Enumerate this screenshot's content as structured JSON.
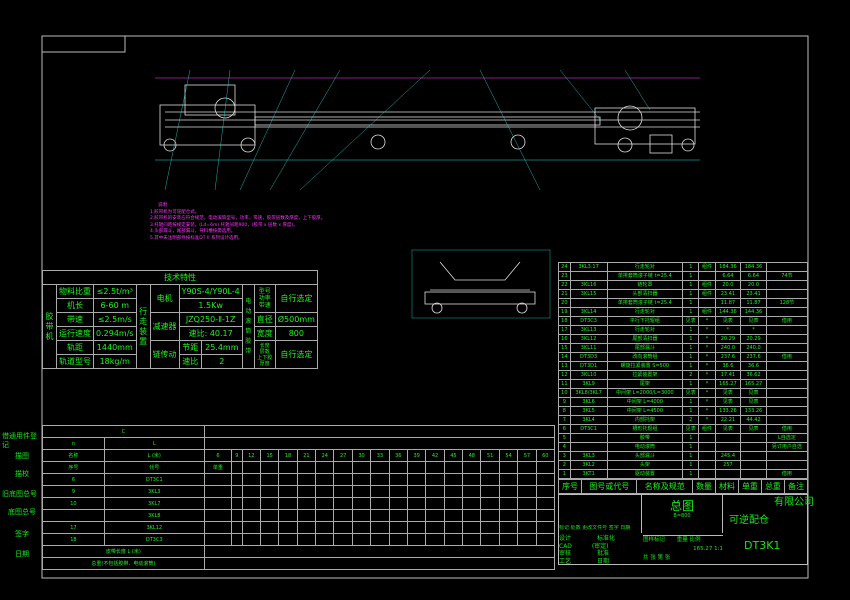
{
  "tech": {
    "title": "技术特性",
    "group1": "胶带机",
    "rows1": [
      [
        "物料比重",
        "≤2.5t/m³"
      ],
      [
        "机长",
        "6-60 m"
      ],
      [
        "带速",
        "≤2.5m/s"
      ],
      [
        "运行速度",
        "0.294m/s"
      ],
      [
        "轨距",
        "1440mm"
      ],
      [
        "轨道型号",
        "18kg/m"
      ]
    ],
    "group2": "行走装置",
    "motor_label": "电机",
    "motor_model": "Y90S-4/Y90L-4",
    "motor_power": "1.5Kw",
    "reducer_label": "减速器",
    "reducer_model": "JZQ250-Ⅱ-1Z",
    "reducer_ratio": "速比: 40.17",
    "chain_label": "链传动",
    "pitch_label": "节距",
    "pitch": "25.4mm",
    "ratio_label": "速比",
    "ratio": "2",
    "group3": "电动滚筒胶带",
    "drum_labels": "型号 功率 带速",
    "drum_value": "自行选定",
    "dia_label": "直径",
    "dia": "Ø500mm",
    "width_label": "宽度",
    "width": "800",
    "belt_labels": "长度 层数 上下胶厚度",
    "belt_value": "自行选定"
  },
  "notes": {
    "title": "说明",
    "lines": [
      "1.胶带机为可逆配仓式。",
      "2.胶带机的安装应符合规范，电动滚筒型号，功率，带速，胶带层数及厚度，上下胶厚。",
      "3.托辊间距按规定安装，(Ld=6m) 托辊间距900，(胶带 x 层数 x 厚度)。",
      "4.头部漏斗，尾部漏斗，导料槽按需选用。",
      "5.其中未注明部件按标准DT II 系列设计选用。"
    ]
  },
  "lengths": {
    "header_c": "C",
    "row_n": "n",
    "row_L": "L",
    "row_L_unit": "L (米)",
    "name_label": "名称",
    "values": [
      "6",
      "9",
      "12",
      "15",
      "18",
      "21",
      "24",
      "27",
      "30",
      "33",
      "36",
      "39",
      "42",
      "45",
      "48",
      "51",
      "54",
      "57",
      "60"
    ],
    "col_headers": [
      "序号",
      "代号",
      "单重"
    ],
    "part_codes": [
      "DT3C1",
      "3KL3",
      "3KL7",
      "3KL8",
      "3KL12",
      "DT3C3"
    ],
    "part_nums": [
      "6",
      "9",
      "10",
      "",
      "17",
      "18"
    ],
    "footer1": "皮带长度 L (米)",
    "footer2": "总重(不包括胶带、电动滚筒)"
  },
  "side_labels": [
    "借通用件登记",
    "描图",
    "描校",
    "旧底图总号",
    "底图总号",
    "签字",
    "日期"
  ],
  "parts": {
    "rows": [
      [
        "24",
        "3KL3.17",
        "行走轮对",
        "1",
        "组件",
        "184.36",
        "184.36",
        ""
      ],
      [
        "23",
        "",
        "单排套筒滚子链 t=25.4",
        "1",
        "",
        "6.64",
        "6.64",
        "74节"
      ],
      [
        "22",
        "3KL16",
        "链轮罩",
        "1",
        "组件",
        "20.0",
        "20.0",
        ""
      ],
      [
        "21",
        "3KL15",
        "头部清扫器",
        "1",
        "组件",
        "23.41",
        "23.41",
        ""
      ],
      [
        "20",
        "",
        "单排套筒滚子链 t=25.4",
        "1",
        "",
        "11.87",
        "11.87",
        "128节"
      ],
      [
        "19",
        "3KL14",
        "行走轮对",
        "1",
        "组件",
        "144.36",
        "144.36",
        ""
      ],
      [
        "18",
        "DT3C3",
        "平行下托辊组",
        "见表",
        "*",
        "见表",
        "见表",
        "借用"
      ],
      [
        "17",
        "3KL13",
        "行走轮对",
        "1",
        "*",
        "*",
        "*",
        ""
      ],
      [
        "16",
        "3KL12",
        "尾部清扫器",
        "1",
        "*",
        "20.29",
        "20.29",
        ""
      ],
      [
        "15",
        "3KL11",
        "尾部漏斗",
        "1",
        "*",
        "240.0",
        "240.0",
        ""
      ],
      [
        "14",
        "DT3D3",
        "改向滚筒组",
        "1",
        "*",
        "237.6",
        "237.6",
        "借用"
      ],
      [
        "13",
        "DT3D1",
        "螺旋拉紧装置 S=500",
        "1",
        "*",
        "36.6",
        "36.6",
        ""
      ],
      [
        "12",
        "3KL10",
        "拉紧装置架",
        "2",
        "*",
        "17.41",
        "36.62",
        ""
      ],
      [
        "11",
        "3KL9",
        "尾架",
        "1",
        "*",
        "165.27",
        "165.27",
        ""
      ],
      [
        "10",
        "3KL8/3KL7",
        "中间架 L=2000/L=3000",
        "见表",
        "*",
        "见表",
        "见表",
        ""
      ],
      [
        "9",
        "3KL6",
        "中间架 L=4000",
        "1",
        "*",
        "见表",
        "见表",
        ""
      ],
      [
        "8",
        "3KL5",
        "中间架 L=4500",
        "1",
        "*",
        "133.26",
        "133.26",
        ""
      ],
      [
        "7",
        "3KL4",
        "内部托架",
        "2",
        "*",
        "22.21",
        "44.42",
        ""
      ],
      [
        "6",
        "DT3C1",
        "槽形托辊组",
        "见表",
        "组件",
        "见表",
        "见表",
        "借用"
      ],
      [
        "5",
        "",
        "胶带",
        "1",
        "",
        "",
        "",
        "L自选定"
      ],
      [
        "4",
        "",
        "电动滚筒",
        "1",
        "",
        "",
        "",
        "另订用户自选"
      ],
      [
        "3",
        "3KL3",
        "头部漏斗",
        "1",
        "",
        "245.4",
        "",
        ""
      ],
      [
        "2",
        "3KL2",
        "头架",
        "1",
        "",
        "257",
        "",
        ""
      ],
      [
        "1",
        "3KT1",
        "驱动装置",
        "1",
        "",
        "",
        "",
        "借用"
      ]
    ],
    "header": [
      "序号",
      "图号或代号",
      "名称及规范",
      "数量",
      "材料",
      "单重",
      "总重",
      "备注"
    ]
  },
  "title_block": {
    "drawing_title": "总图",
    "scale_note": "B=800",
    "company": "有限公司",
    "product": "可逆配仓",
    "code": "DT3K1",
    "rev_row": "标记 处数 更改文件号 签字 日期",
    "design": "设计",
    "design_sub": "CAD",
    "check": "审核",
    "process": "工艺",
    "std": "标准化",
    "std_sub": "(审定)",
    "approve": "批准",
    "date": "日期",
    "stage_label": "图样标记",
    "weight_label": "重量",
    "scale_label": "比例",
    "weight": "165.27",
    "scale": "1:1",
    "sheets": "共 张 第 张"
  },
  "colors": {
    "bg": "#000000",
    "line": "#bbbbbb",
    "green": "#22ee22",
    "magenta": "#ff22ff",
    "cyan": "#22dddd"
  }
}
